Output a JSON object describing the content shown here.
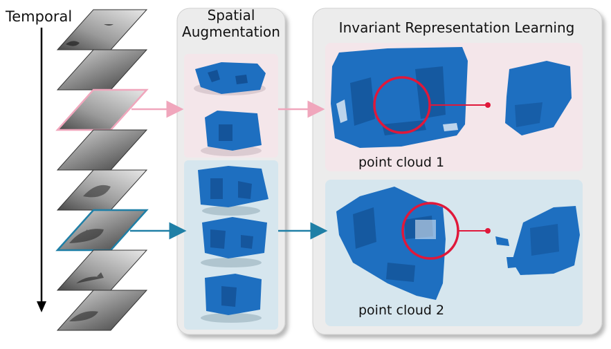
{
  "labels": {
    "temporal": "Temporal",
    "spatial_line1": "Spatial",
    "spatial_line2": "Augmentation",
    "irl": "Invariant Representation Learning",
    "pc1": "point cloud 1",
    "pc2": "point cloud 2"
  },
  "colors": {
    "pink_arrow": "#f0a6bc",
    "blue_arrow": "#1f7fa6",
    "cloud_blue": "#1e6fc0",
    "highlight_red": "#e0183a",
    "pink_panel": "#f4e6ea",
    "blue_panel": "#d6e6ee",
    "outer_panel": "#ececec"
  },
  "frames": {
    "count": 8,
    "highlighted_pink_index": 2,
    "highlighted_blue_index": 5
  }
}
